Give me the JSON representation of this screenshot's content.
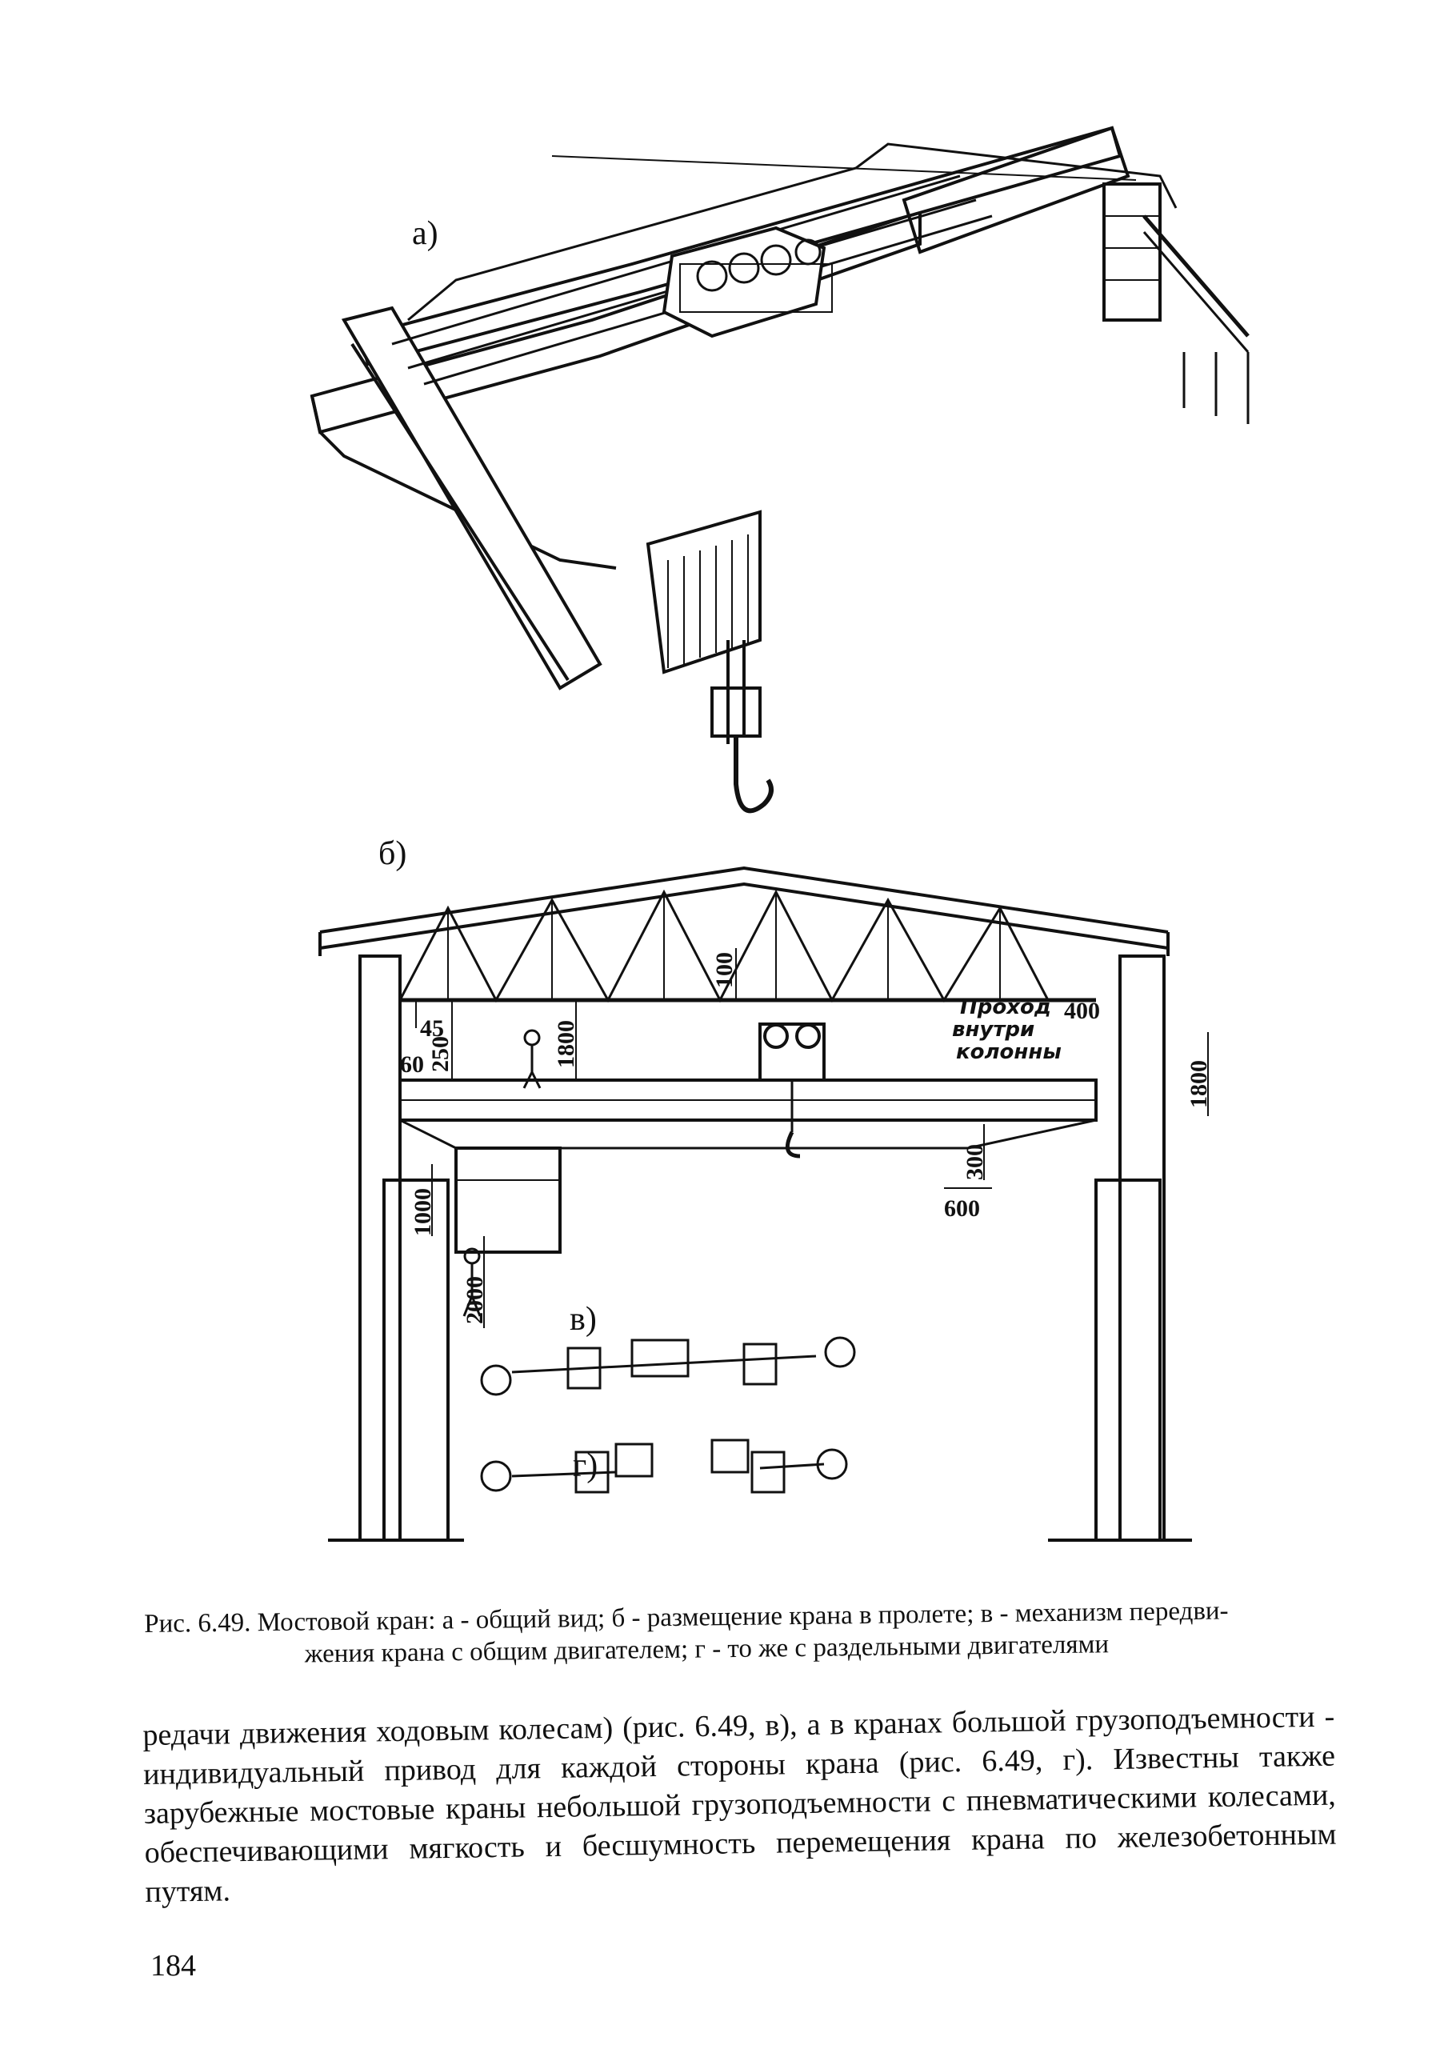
{
  "figure": {
    "panels": {
      "a": "а)",
      "b": "б)",
      "v": "в)",
      "g": "г)"
    },
    "dimensions": {
      "d45": "45",
      "d60": "60",
      "d250": "250",
      "d1800_left": "1800",
      "d100": "100",
      "d400": "400",
      "d1800_right": "1800",
      "d300": "300",
      "d600": "600",
      "d1000": "1000",
      "d2000": "2000"
    },
    "annotation": [
      "Проход",
      "внутри",
      "колонны"
    ]
  },
  "caption": {
    "line1": "Рис. 6.49. Мостовой кран: а - общий вид; б - размещение крана в пролете; в - механизм передви-",
    "line2": "жения крана с общим двигателем; г - то же с раздельными двигателями"
  },
  "body": {
    "text": "редачи движения ходовым колесам) (рис. 6.49, в), а в кранах большой грузоподъемности - индивидуальный привод для каждой стороны крана (рис. 6.49, г). Известны также зарубежные мостовые краны небольшой грузоподъемности с пневматическими колесами, обеспечивающими мягкость и бесшумность перемещения крана по железобетонным путям."
  },
  "page_number": "184"
}
